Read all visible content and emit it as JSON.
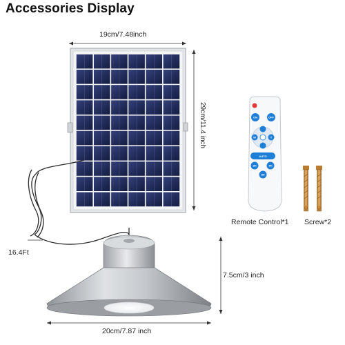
{
  "title": "Accessories Display",
  "dimensions": {
    "panel_width": "19cm/7.48inch",
    "panel_height": "29cm/11.4 inch",
    "cable_length": "16.4Ft",
    "lamp_height": "7.5cm/3 inch",
    "lamp_width": "20cm/7.87 inch"
  },
  "accessories": {
    "remote": "Remote Control*1",
    "screw": "Screw*2"
  },
  "remote_buttons": {
    "on": "ON",
    "off": "OFF",
    "w": "W",
    "y": "Y",
    "auto": "AUTO",
    "h3": "3H",
    "h5": "5H",
    "h8": "8H"
  },
  "colors": {
    "panel_cell": "#1f2a55",
    "panel_frame": "#d7d9dc",
    "remote_blue": "#1e7fd8",
    "lamp_silver": "#b9bdc2",
    "screw_gold": "#c98a3a"
  }
}
